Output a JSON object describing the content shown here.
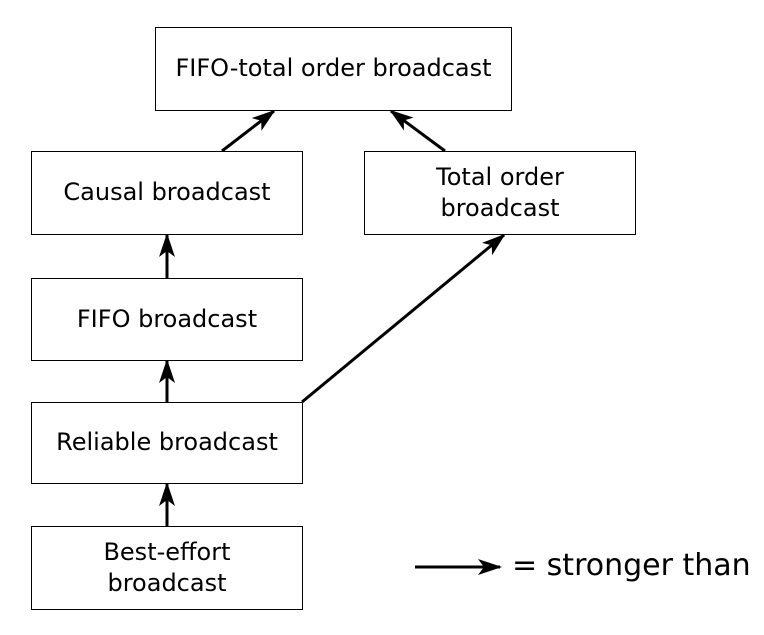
{
  "nodes": {
    "fifo_total": {
      "lines": [
        "FIFO-total order broadcast"
      ]
    },
    "causal": {
      "lines": [
        "Causal broadcast"
      ]
    },
    "total_order": {
      "lines": [
        "Total order",
        "broadcast"
      ]
    },
    "fifo": {
      "lines": [
        "FIFO broadcast"
      ]
    },
    "reliable": {
      "lines": [
        "Reliable broadcast"
      ]
    },
    "best_effort": {
      "lines": [
        "Best-effort",
        "broadcast"
      ]
    }
  },
  "legend": {
    "text": "= stronger than"
  }
}
